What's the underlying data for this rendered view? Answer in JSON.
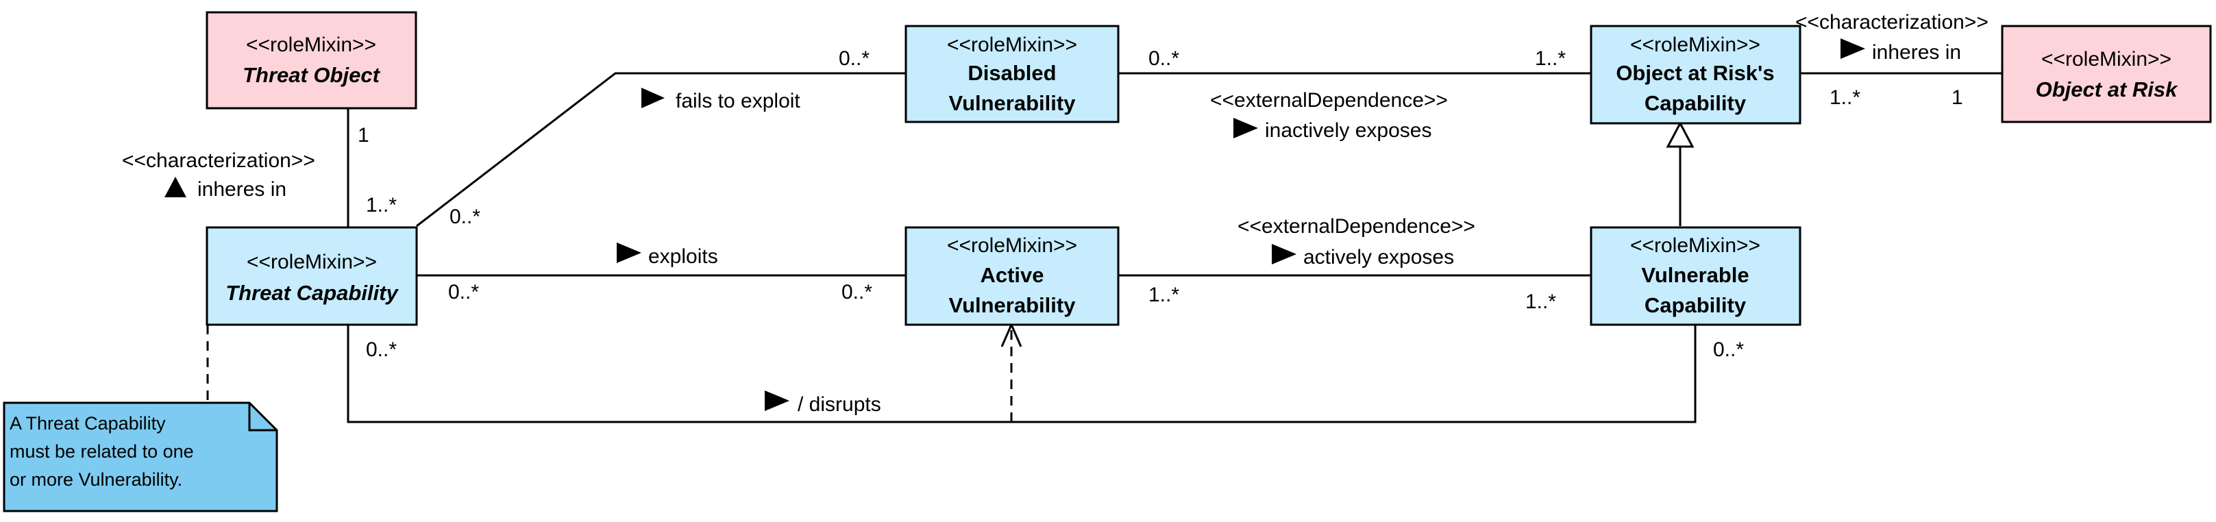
{
  "colors": {
    "kind_fill": "#fdd4d9",
    "mixin_fill": "#c6ecfd",
    "note_fill": "#7dcbf1",
    "stroke": "#000000"
  },
  "classes": {
    "threat_object": {
      "stereotype": "<<roleMixin>>",
      "name": [
        "Threat Object"
      ]
    },
    "threat_capability": {
      "stereotype": "<<roleMixin>>",
      "name": [
        "Threat Capability"
      ]
    },
    "disabled_vuln": {
      "stereotype": "<<roleMixin>>",
      "name": [
        "Disabled",
        "Vulnerability"
      ]
    },
    "active_vuln": {
      "stereotype": "<<roleMixin>>",
      "name": [
        "Active",
        "Vulnerability"
      ]
    },
    "oar_capability": {
      "stereotype": "<<roleMixin>>",
      "name": [
        "Object at Risk's",
        "Capability"
      ]
    },
    "vuln_capability": {
      "stereotype": "<<roleMixin>>",
      "name": [
        "Vulnerable",
        "Capability"
      ]
    },
    "object_at_risk": {
      "stereotype": "<<roleMixin>>",
      "name": [
        "Object at Risk"
      ]
    }
  },
  "relations": {
    "char_left": {
      "stereotype": "<<characterization>>",
      "label": "inheres in",
      "source_mult": "1",
      "target_mult": "1..*",
      "direction_icon": "triangle-up-icon"
    },
    "char_right": {
      "stereotype": "<<characterization>>",
      "label": "inheres in",
      "source_mult": "1..*",
      "target_mult": "1",
      "direction_icon": "triangle-right-icon"
    },
    "fails": {
      "label": "fails to exploit",
      "source_mult": "0..*",
      "target_mult": "0..*",
      "direction_icon": "triangle-right-icon"
    },
    "exploits": {
      "label": "exploits",
      "source_mult": "0..*",
      "target_mult": "0..*",
      "direction_icon": "triangle-right-icon"
    },
    "inactive": {
      "stereotype": "<<externalDependence>>",
      "label": "inactively exposes",
      "source_mult": "0..*",
      "target_mult": "1..*",
      "direction_icon": "triangle-right-icon"
    },
    "active": {
      "stereotype": "<<externalDependence>>",
      "label": "actively exposes",
      "source_mult": "1..*",
      "target_mult": "1..*",
      "direction_icon": "triangle-right-icon"
    },
    "disrupts": {
      "label": "/ disrupts",
      "source_mult": "0..*",
      "target_mult": "0..*",
      "direction_icon": "triangle-right-icon"
    }
  },
  "note": {
    "lines": [
      "A Threat Capability",
      "must be related to one",
      "or more Vulnerability."
    ]
  }
}
